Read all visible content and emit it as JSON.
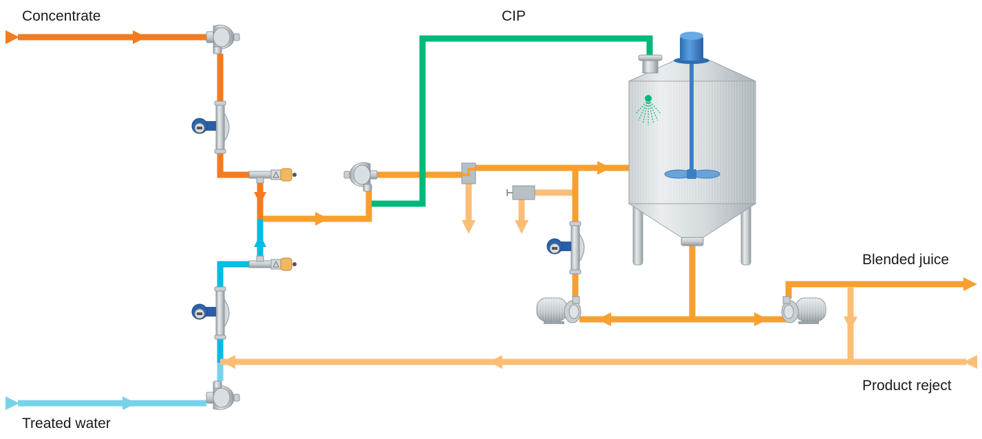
{
  "labels": {
    "concentrate": "Concentrate",
    "treated_water": "Treated water",
    "cip": "CIP",
    "blended_juice": "Blended juice",
    "product_reject": "Product reject"
  },
  "colors": {
    "concentrate": "#f47b20",
    "product": "#f7a02f",
    "reject": "#fbbe77",
    "water_dark": "#00bde3",
    "water_light": "#79d2ea",
    "cip": "#00b87a",
    "steel": "#b9c1c6",
    "steel_dark": "#8e979c",
    "motor_blue": "#3b7fc4",
    "transmitter_blue": "#2a5ea8",
    "valve_brass": "#f0b860"
  },
  "streams": [
    {
      "id": "concentrate",
      "label": "Concentrate",
      "direction": "in"
    },
    {
      "id": "treated-water",
      "label": "Treated water",
      "direction": "in"
    },
    {
      "id": "cip",
      "label": "CIP",
      "direction": "in"
    },
    {
      "id": "blended-juice",
      "label": "Blended juice",
      "direction": "out"
    },
    {
      "id": "product-reject",
      "label": "Product reject",
      "direction": "in"
    }
  ],
  "equipment": [
    "concentrate-pump",
    "concentrate-flowmeter",
    "concentrate-control-valve",
    "water-pump",
    "water-flowmeter",
    "water-control-valve",
    "blend-pump",
    "sampling-block",
    "analyzer",
    "recirculation-flowmeter",
    "mixing-tank",
    "agitator-motor",
    "cip-spray-ball",
    "recirculation-pump",
    "discharge-pump"
  ]
}
